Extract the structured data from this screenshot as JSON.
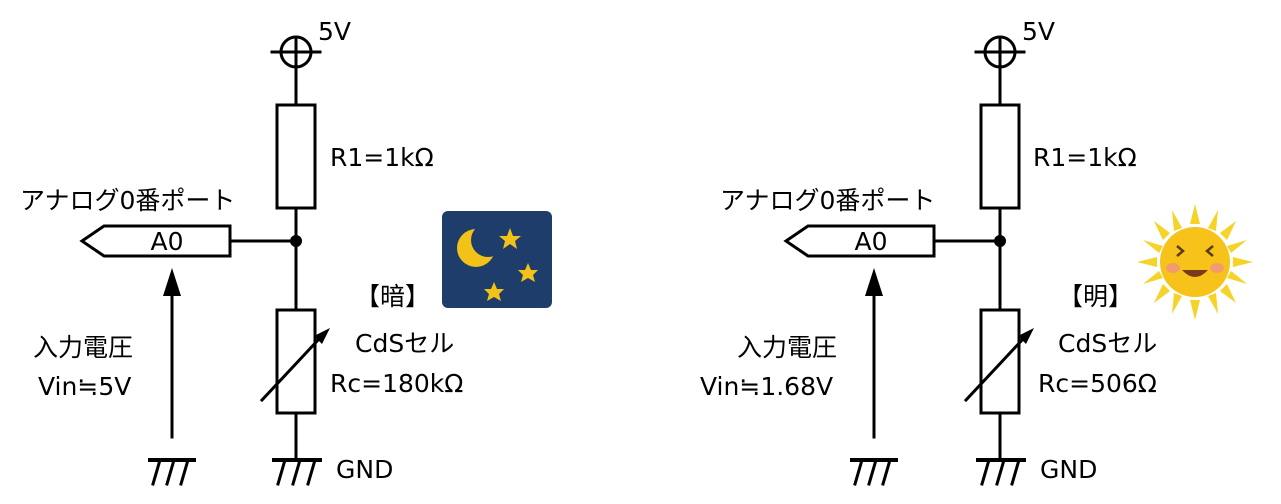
{
  "colors": {
    "ink": "#000000",
    "night_bg": "#1f3d6b",
    "star": "#f2c218",
    "sun": "#f7c21a",
    "sun_ray": "#f5d327",
    "cheek": "#f39c6b"
  },
  "icons": {
    "night": "moon-stars-icon",
    "day": "smiling-sun-icon"
  },
  "left": {
    "supply": "5V",
    "r1": "R1=1kΩ",
    "port_label": "アナログ0番ポート",
    "port": "A0",
    "state": "【暗】",
    "sensor": "CdSセル",
    "rc": "Rc=180kΩ",
    "input_title": "入力電圧",
    "vin": "Vin≒5V",
    "gnd": "GND"
  },
  "right": {
    "supply": "5V",
    "r1": "R1=1kΩ",
    "port_label": "アナログ0番ポート",
    "port": "A0",
    "state": "【明】",
    "sensor": "CdSセル",
    "rc": "Rc=506Ω",
    "input_title": "入力電圧",
    "vin": "Vin≒1.68V",
    "gnd": "GND"
  }
}
